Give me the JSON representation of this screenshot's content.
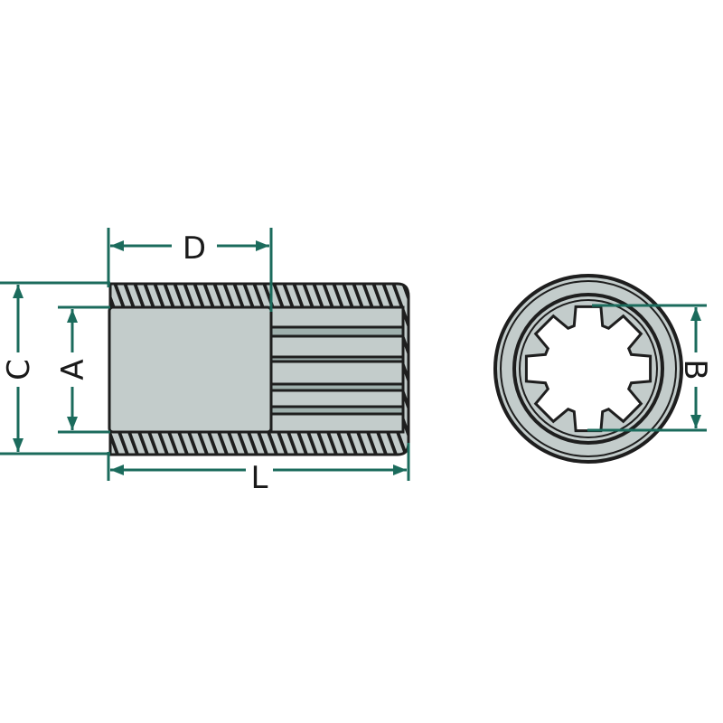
{
  "labels": {
    "D": "D",
    "L": "L",
    "C": "C",
    "A": "A",
    "B": "B"
  },
  "colors": {
    "dimension": "#1b6b5c",
    "part_fill": "#c3cccb",
    "outline": "#1e1e1e"
  }
}
